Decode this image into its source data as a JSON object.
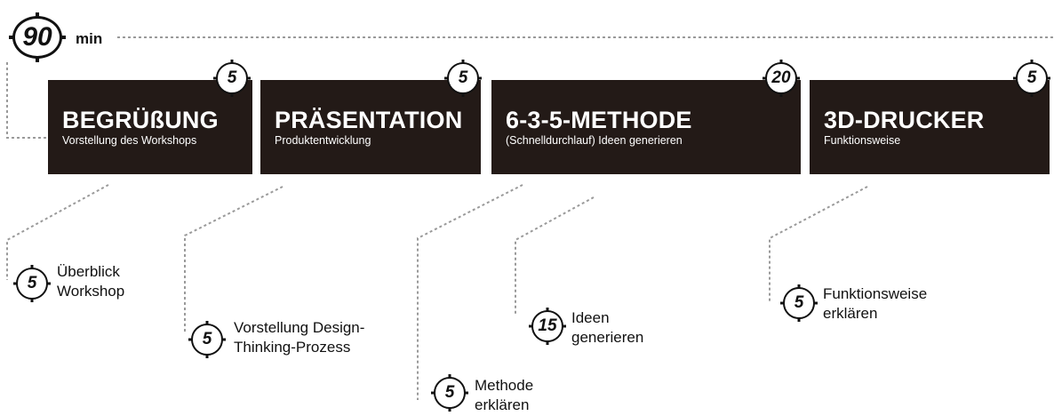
{
  "total": {
    "value": "90",
    "unit": "min"
  },
  "steps": [
    {
      "title": "BEGRÜßUNG",
      "subtitle": "Vorstellung des Workshops",
      "minutes": "5"
    },
    {
      "title": "PRÄSENTATION",
      "subtitle": "Produktentwicklung",
      "minutes": "5"
    },
    {
      "title": "6-3-5-METHODE",
      "subtitle": "(Schnelldurchlauf) Ideen generieren",
      "minutes": "20"
    },
    {
      "title": "3D-DRUCKER",
      "subtitle": "Funktionsweise",
      "minutes": "5"
    }
  ],
  "substeps": [
    {
      "minutes": "5",
      "line1": "Überblick",
      "line2": "Workshop"
    },
    {
      "minutes": "5",
      "line1": "Vorstellung Design-",
      "line2": "Thinking-Prozess"
    },
    {
      "minutes": "5",
      "line1": "Methode",
      "line2": "erklären"
    },
    {
      "minutes": "15",
      "line1": "Ideen",
      "line2": "generieren"
    },
    {
      "minutes": "5",
      "line1": "Funktionsweise",
      "line2": "erklären"
    }
  ],
  "colors": {
    "box": "#231a17",
    "text": "#111111",
    "line": "#9a9a9a"
  }
}
